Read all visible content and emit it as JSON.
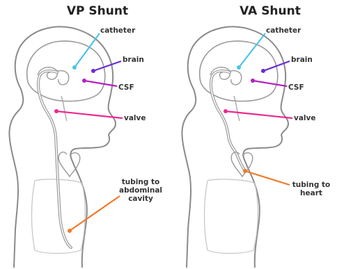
{
  "panels": [
    {
      "title": "VP Shunt",
      "labels": {
        "catheter": "catheter",
        "brain": "brain",
        "csf": "CSF",
        "valve": "valve",
        "tubing_line1": "tubing to",
        "tubing_line2": "abdominal",
        "tubing_line3": "cavity"
      }
    },
    {
      "title": "VA Shunt",
      "labels": {
        "catheter": "catheter",
        "brain": "brain",
        "csf": "CSF",
        "valve": "valve",
        "tubing_line1": "tubing to",
        "tubing_line2": "heart"
      }
    }
  ],
  "colors": {
    "catheter": "#4cc3e6",
    "brain": "#6a2bd6",
    "csf": "#b41fc4",
    "valve": "#ea2a92",
    "tubing": "#f07a2a",
    "outline": "#8a8a8a"
  }
}
